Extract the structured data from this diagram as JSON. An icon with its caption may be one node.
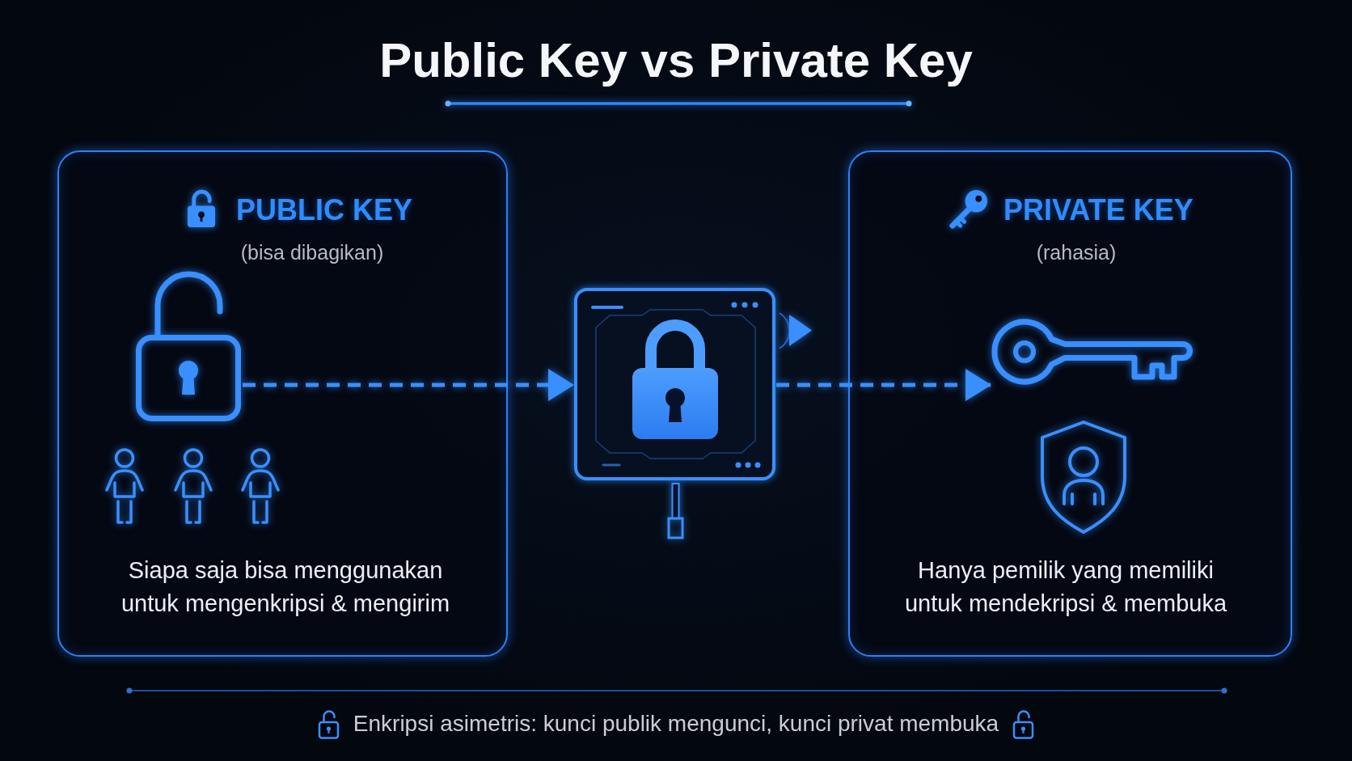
{
  "diagram": {
    "title": "Public Key vs Private Key",
    "nodes": [
      {
        "text": [
          "PUBLIC KEY",
          "(bisa dibagikan)",
          "Siapa saja bisa menggunakan untuk mengenkripsi & mengirim"
        ]
      },
      {
        "text": [],
        "shape": "picture",
        "in": 0
      },
      {
        "text": [],
        "shape": "picture"
      },
      {
        "text": [
          "PRIVATE KEY",
          "(rahasia)",
          "Hanya pemilik yang memiliki untuk mendekripsi & membuka"
        ]
      },
      {
        "text": [],
        "shape": "picture",
        "in": 3
      }
    ],
    "edges": [
      {
        "from": 1,
        "to": 2,
        "arrow": "to",
        "style": "dashed"
      },
      {
        "from": 2,
        "to": 4,
        "arrow": "to",
        "style": "dashed"
      }
    ],
    "labels": [
      "Enkripsi asimetris: kunci publik mengunci, kunci privat membuka"
    ]
  }
}
